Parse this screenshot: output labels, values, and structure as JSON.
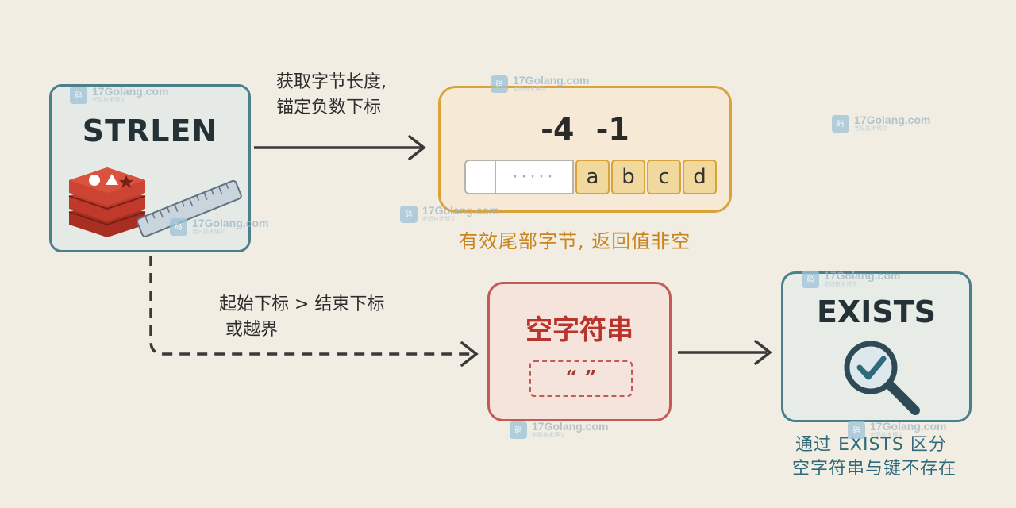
{
  "strlen": {
    "title": "STRLEN"
  },
  "arrow_top_label": {
    "line1": "获取字节长度,",
    "line2": "锚定负数下标"
  },
  "result": {
    "indices": "-4 -1",
    "cells": [
      "a",
      "b",
      "c",
      "d"
    ],
    "dots": "·····",
    "caption": "有效尾部字节, 返回值非空"
  },
  "arrow_bottom_label": {
    "line1": "起始下标 > 结束下标",
    "line2": "或越界"
  },
  "empty_string": {
    "title": "空字符串",
    "value": "“ ”"
  },
  "exists": {
    "title": "EXISTS",
    "caption_line1": "通过 EXISTS 区分",
    "caption_line2": "空字符串与键不存在"
  },
  "watermark": {
    "text": "17Golang.com",
    "sub": "老码技术博文"
  },
  "colors": {
    "background": "#f1ede3",
    "teal": "#4a7f8c",
    "orange": "#d9a33a",
    "red": "#c45a55",
    "redis_red": "#c0392b"
  }
}
